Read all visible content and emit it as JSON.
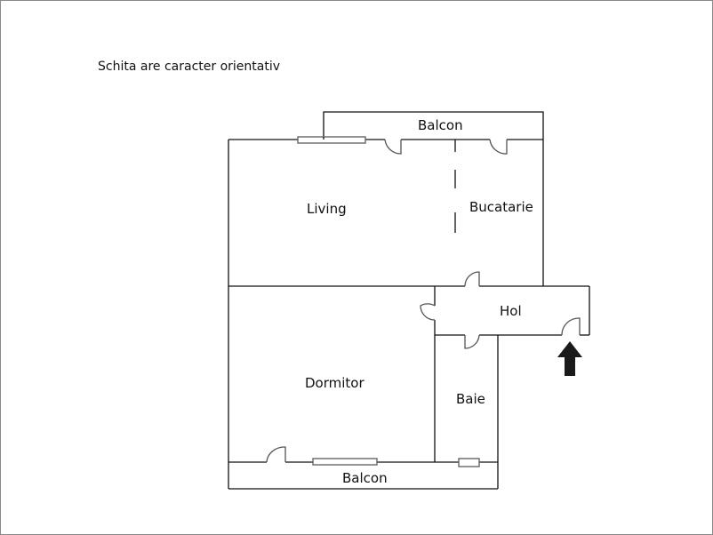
{
  "note": "Schita are caracter orientativ",
  "rooms": {
    "balcon_top": "Balcon",
    "living": "Living",
    "bucatarie": "Bucatarie",
    "hol": "Hol",
    "dormitor": "Dormitor",
    "baie": "Baie",
    "balcon_bottom": "Balcon"
  },
  "entrance": {
    "icon": "entrance-arrow-icon",
    "color": "#1a1a1a"
  }
}
